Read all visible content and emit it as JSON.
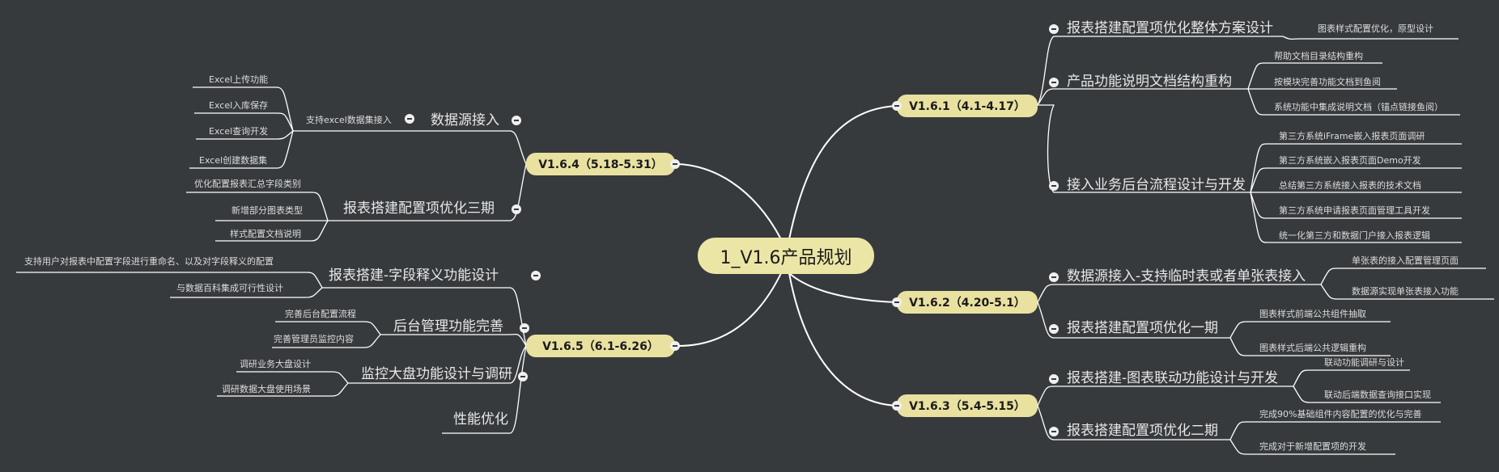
{
  "root": {
    "label": "1_V1.6产品规划"
  },
  "versions": {
    "v161": {
      "label": "V1.6.1（4.1-4.17）",
      "topics": [
        {
          "label": "报表搭建配置项优化整体方案设计",
          "items": [
            "图表样式配置优化，原型设计"
          ]
        },
        {
          "label": "产品功能说明文档结构重构",
          "items": [
            "帮助文档目录结构重构",
            "按模块完善功能文档到鱼阅",
            "系统功能中集成说明文档（锚点链接鱼阅）"
          ]
        },
        {
          "label": "接入业务后台流程设计与开发",
          "items": [
            "第三方系统iFrame嵌入报表页面调研",
            "第三方系统嵌入报表页面Demo开发",
            "总结第三方系统接入报表的技术文档",
            "第三方系统申请报表页面管理工具开发",
            "统一化第三方和数据门户接入报表逻辑"
          ]
        }
      ]
    },
    "v162": {
      "label": "V1.6.2（4.20-5.1）",
      "topics": [
        {
          "label": "数据源接入-支持临时表或者单张表接入",
          "items": [
            "单张表的接入配置管理页面",
            "数据源实现单张表接入功能"
          ]
        },
        {
          "label": "报表搭建配置项优化一期",
          "items": [
            "图表样式前端公共组件抽取",
            "图表样式后端公共逻辑重构"
          ]
        }
      ]
    },
    "v163": {
      "label": "V1.6.3（5.4-5.15）",
      "topics": [
        {
          "label": "报表搭建-图表联动功能设计与开发",
          "items": [
            "联动功能调研与设计",
            "联动后端数据查询接口实现"
          ]
        },
        {
          "label": "报表搭建配置项优化二期",
          "items": [
            "完成90%基础组件内容配置的优化与完善",
            "完成对于新增配置项的开发"
          ]
        }
      ]
    },
    "v164": {
      "label": "V1.6.4（5.18-5.31）",
      "topics": [
        {
          "label": "数据源接入",
          "sub": "支持excel数据集接入",
          "items": [
            "Excel上传功能",
            "Excel入库保存",
            "Excel查询开发",
            "Excel创建数据集"
          ]
        },
        {
          "label": "报表搭建配置项优化三期",
          "items": [
            "优化配置报表汇总字段类别",
            "新增部分图表类型",
            "样式配置文档说明"
          ]
        }
      ]
    },
    "v165": {
      "label": "V1.6.5（6.1-6.26）",
      "topics": [
        {
          "label": "报表搭建-字段释义功能设计",
          "items": [
            "支持用户对报表中配置字段进行重命名、以及对字段释义的配置",
            "与数据百科集成可行性设计"
          ]
        },
        {
          "label": "后台管理功能完善",
          "items": [
            "完善后台配置流程",
            "完善管理员监控内容"
          ]
        },
        {
          "label": "监控大盘功能设计与调研",
          "items": [
            "调研业务大盘设计",
            "调研数据大盘使用场景"
          ]
        },
        {
          "label": "性能优化",
          "items": []
        }
      ]
    }
  }
}
